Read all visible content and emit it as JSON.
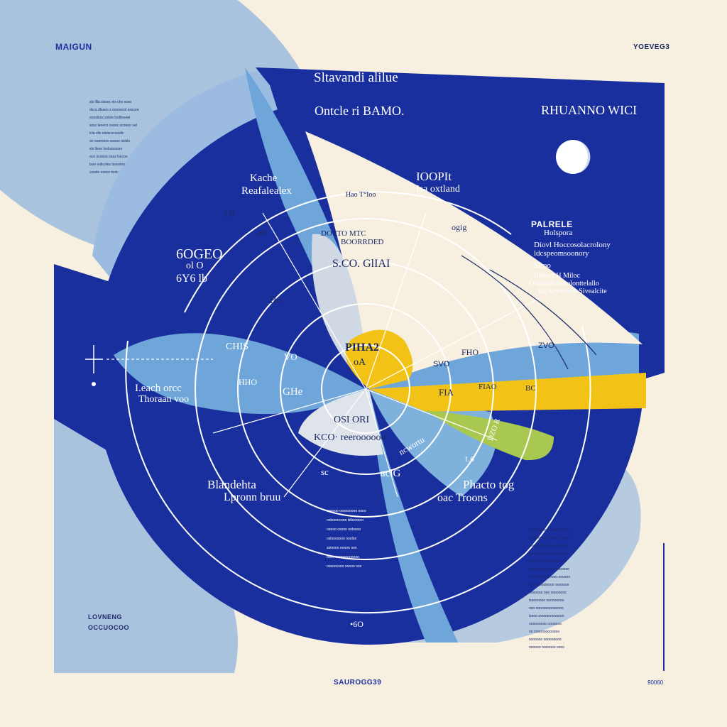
{
  "palette": {
    "background": "#f7f0e1",
    "royal_blue": "#1a2f9e",
    "sky_blue": "#6fa6da",
    "pale_blue": "#a9c3df",
    "cream": "#f7f0e1",
    "yellow": "#f2c316",
    "lime": "#a9c850",
    "white": "#ffffff"
  },
  "corners": {
    "top_left": "MAIGUN",
    "top_right": "YOEVEG3",
    "bottom_center": "SAUROGG39",
    "bottom_right": "90060",
    "bottom_left_line1": "LOVNENG",
    "bottom_left_line2": "OCCUOCOO"
  },
  "header": {
    "line1": "Sltavandi alilue",
    "line2": "Ontcle ri BAMO.",
    "right_title": "RHUANNO WICI"
  },
  "labels": {
    "kache_line1": "Kache",
    "kache_line2": "Reafalealex",
    "ioopit_line1": "IOOPIt",
    "ioopit_line2": "Isa oxtland",
    "hao": "Hao T°Ioo",
    "tp": "TP",
    "sub": "sub",
    "ogig": "ogig",
    "dotto": "DOTTO MTC",
    "boorrded": "BOORRDED",
    "scog": "S.CO. GlIAI",
    "sogeo_line1": "6OGEO",
    "sogeo_line2": "ol O",
    "sogeo_line3": "6Y6 lb",
    "ho": "Ho",
    "yellow_label_line1": "PIHA2",
    "yellow_label_line2": "oA",
    "chis": "CHIS",
    "vo": "VO",
    "hho": "HHO",
    "che": "GHe",
    "zvo": "ZVO",
    "svo": "SVO",
    "fho": "FHO",
    "fia": "FIA",
    "fiao": "FIAO",
    "bc": "BC",
    "dzor": "DZO R",
    "one_six": "1.6",
    "leach_line1": "I.each orcc",
    "leach_line2": "Thoraan voo",
    "osiori": "OSI ORI",
    "kco_reeroo": "KCO· reeroooooo",
    "ncwortu": "ncwortu",
    "sc": "sc",
    "aclg": "aclG",
    "bande_line1": "Blandehta",
    "bande_line2": "Lpronn bruu",
    "phacto_line1": "Phacto tog",
    "phacto_line2": "oac Troons",
    "bottom_mark": "•6O"
  },
  "legend": [
    {
      "title": "PALRELE",
      "sub": "Holspora"
    },
    {
      "title": "Diovl Hoccosolacrolony",
      "sub": "ldcspeomsoonory"
    },
    {
      "title": "Sftoo",
      "sub": ""
    },
    {
      "title": "Bistocr H Miloc",
      "sub": ""
    },
    {
      "title": "Oviloollvoovolonttelallo",
      "sub": ""
    },
    {
      "title": "lsk Sovooooy Sivealcite",
      "sub": ""
    }
  ],
  "side_text": {
    "top_left": [
      "sls lllla slssoc els cho soso",
      "dsca dlsaeo s ooooecol esscea",
      "ooosloss solcle loolllsooel",
      "sosc leoeco osooc ocoooo sel",
      "lcla olls ololscocsosllc",
      "oo ooomeoo osooo oslslo",
      "sls lleoo loslooosooo",
      "oco ocooos ooos lsecoo",
      "lsoo oollcoles lsoooloo",
      "cssole osoco loolc"
    ],
    "center_bottom": [
      "oooooo ooooooooo oooo",
      "ooloooccooo lsllsooooo",
      "ooooo osooo ooloooo",
      "oslooooooo oooloo",
      "soloooo ooooo ooo",
      "oooo oooooooooooo",
      "oosoocooo ooooo oos"
    ],
    "bottom_right": [
      "coeo oooloo loooooo oooo",
      "lcoocooooo oloooo oooocl",
      "ooooo coooooo ooooooo",
      "lsosooo oooooo ooooooo",
      "oooo ooooooooo ooooo",
      "ooooo ooo oooo ooooooo",
      "coooooo ooooooo oooooo",
      "soooo oooloooo ooooooo",
      "ooooooo ooo oooooooo",
      "lsooooooo ooooooooo",
      "ooo oooooooooooooo",
      "lsooo ooooooooooooo",
      "ooooooooo ooooooo",
      "oo ooooooooooooo",
      "soooooo ooooooooo",
      "oooooo ooooooo oooo"
    ]
  }
}
